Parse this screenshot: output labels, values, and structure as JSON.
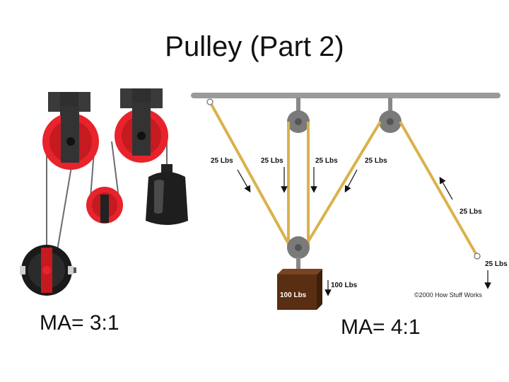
{
  "slide": {
    "title": "Pulley (Part 2)",
    "ma_left": "MA= 3:1",
    "ma_right": "MA= 4:1"
  },
  "diagram_right": {
    "labels": [
      "25 Lbs",
      "25 Lbs",
      "25 Lbs",
      "25 Lbs",
      "25 Lbs",
      "25 Lbs"
    ],
    "load_label": "100 Lbs",
    "load_force": "100 Lbs",
    "copyright": "©2000 How Stuff Works"
  },
  "colors": {
    "pulley_red": "#e8232b",
    "bracket_dark": "#3a3a3a",
    "rope_tan": "#d9b24a",
    "box_brown": "#5a2e12",
    "wheel_gray": "#7a7a7a"
  }
}
